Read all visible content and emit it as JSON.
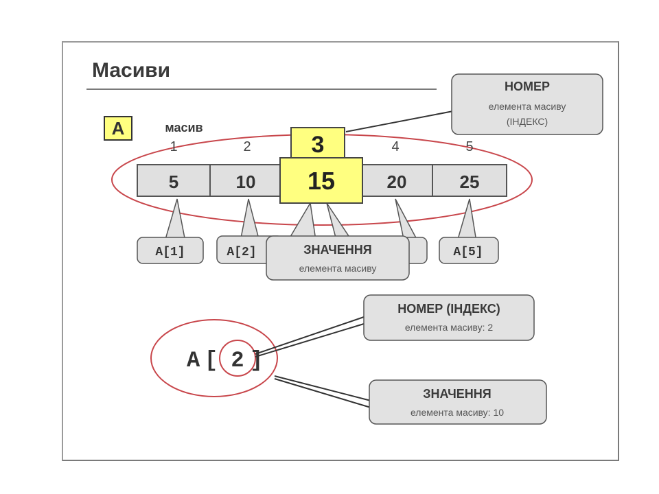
{
  "title": "Масиви",
  "array_name": "A",
  "array_caption": "масив",
  "indices": [
    "1",
    "2",
    "3",
    "4",
    "5"
  ],
  "values": [
    "5",
    "10",
    "15",
    "20",
    "25"
  ],
  "refs": [
    "A[1]",
    "A[2]",
    "A[5]"
  ],
  "callouts": {
    "index_top": {
      "line1": "НОМЕР",
      "line2": "елемента масиву",
      "line3": "(ІНДЕКС)"
    },
    "value_mid": {
      "line1": "ЗНАЧЕННЯ",
      "line2": "елемента масиву"
    },
    "index_bottom": {
      "line1": "НОМЕР (ІНДЕКС)",
      "line2": "елемента масиву: 2"
    },
    "value_bottom": {
      "line1": "ЗНАЧЕННЯ",
      "line2": "елемента масиву: 10"
    }
  },
  "example": {
    "name": "A",
    "open": "[",
    "index": "2",
    "close": "]"
  },
  "colors": {
    "highlight": "#ffff80",
    "cell": "#e0e0e0",
    "ellipse": "#c8464b",
    "callout": "#e2e2e2"
  }
}
